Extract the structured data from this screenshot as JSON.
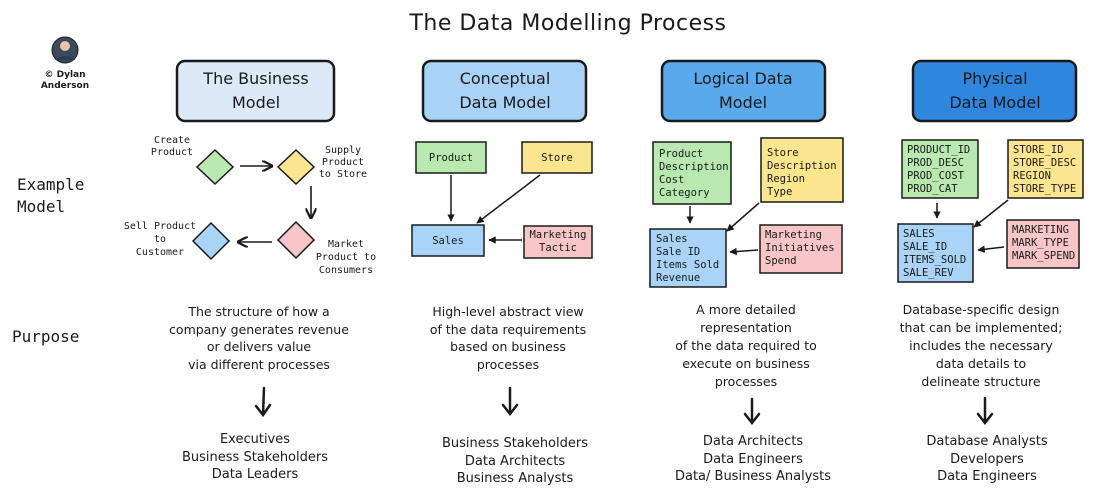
{
  "title": "The Data Modelling Process",
  "author": {
    "line1": "© Dylan",
    "line2": "Anderson"
  },
  "row_labels": {
    "example_line1": "Example",
    "example_line2": "Model",
    "purpose": "Purpose"
  },
  "columns": [
    {
      "header": [
        "The Business",
        "Model"
      ],
      "purpose": [
        "The structure of how a",
        "company generates revenue",
        "or delivers value",
        "via different processes"
      ],
      "audience": [
        "Executives",
        "Business Stakeholders",
        "Data Leaders"
      ]
    },
    {
      "header": [
        "Conceptual",
        "Data Model"
      ],
      "purpose": [
        "High-level abstract view",
        "of the data requirements",
        "based on business",
        "processes"
      ],
      "audience": [
        "Business Stakeholders",
        "Data Architects",
        "Business Analysts"
      ]
    },
    {
      "header": [
        "Logical Data",
        "Model"
      ],
      "purpose": [
        "A more detailed",
        "representation",
        "of the data required to",
        "execute on business",
        "processes"
      ],
      "audience": [
        "Data Architects",
        "Data Engineers",
        "Data/ Business Analysts"
      ]
    },
    {
      "header": [
        "Physical",
        "Data Model"
      ],
      "purpose": [
        "Database-specific design",
        "that can be implemented;",
        "includes the necessary",
        "data details to",
        "delineate structure"
      ],
      "audience": [
        "Database Analysts",
        "Developers",
        "Data Engineers"
      ]
    }
  ],
  "business_model": {
    "create": [
      "Create",
      "Product"
    ],
    "supply": [
      "Supply",
      "Product",
      "to Store"
    ],
    "market": [
      "Market",
      "Product to",
      "Consumers"
    ],
    "sell": [
      "Sell Product",
      "to",
      "Customer"
    ]
  },
  "conceptual_model": {
    "product": "Product",
    "store": "Store",
    "sales": "Sales",
    "marketing": [
      "Marketing",
      "Tactic"
    ]
  },
  "logical_model": {
    "product": [
      "Product",
      "Description",
      "Cost",
      "Category"
    ],
    "store": [
      "Store",
      "Description",
      "Region",
      "Type"
    ],
    "sales": [
      "Sales",
      "Sale ID",
      "Items Sold",
      "Revenue"
    ],
    "marketing": [
      "Marketing",
      "Initiatives",
      "Spend"
    ]
  },
  "physical_model": {
    "product": [
      "PRODUCT_ID",
      "PROD_DESC",
      "PROD_COST",
      "PROD_CAT"
    ],
    "store": [
      "STORE_ID",
      "STORE_DESC",
      "REGION",
      "STORE_TYPE"
    ],
    "sales": [
      "SALES",
      "SALE_ID",
      "ITEMS_SOLD",
      "SALE_REV"
    ],
    "marketing": [
      "MARKETING",
      "MARK_TYPE",
      "MARK_SPEND"
    ]
  },
  "colors": {
    "header_1": "#dceaf7",
    "header_2": "#a8d3f7",
    "header_3": "#5aa9ec",
    "header_4": "#2f86de",
    "green": "#b9e8b1",
    "yellow": "#fbe58e",
    "blue": "#a9d4f7",
    "pink": "#f8c6c6",
    "ink": "#1a1a1a"
  }
}
